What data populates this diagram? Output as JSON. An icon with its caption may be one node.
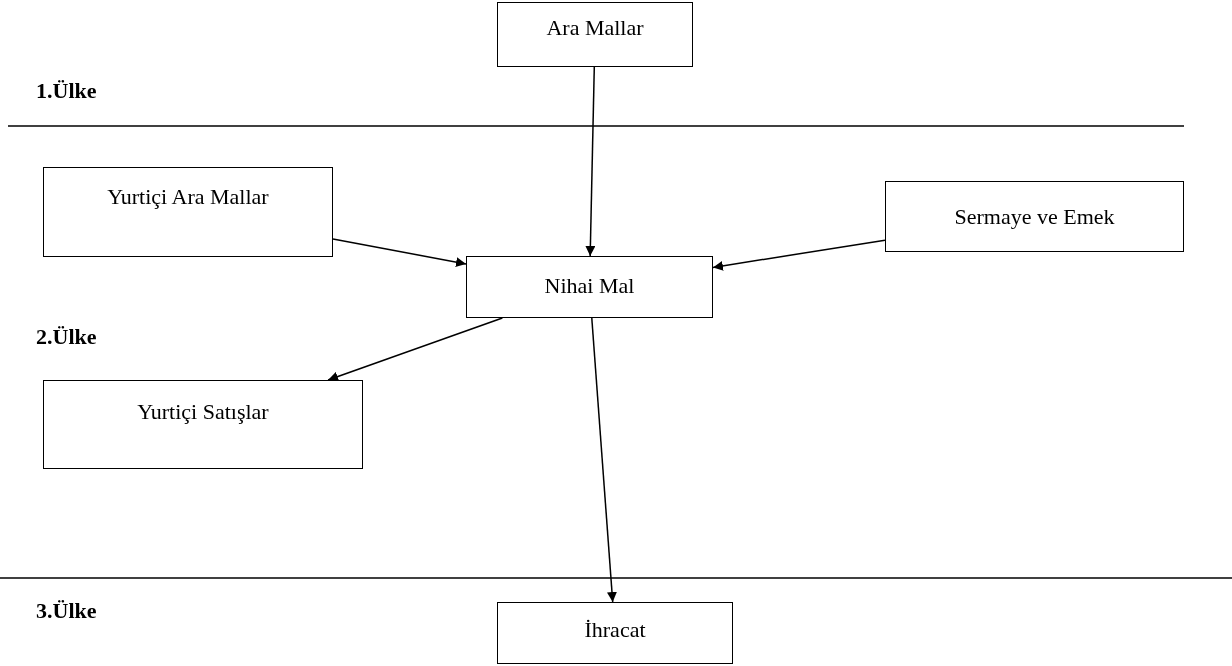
{
  "diagram": {
    "nodes": [
      {
        "text": [
          "Ara Mallar"
        ]
      },
      {
        "text": [
          "Yurtiçi Ara Mallar"
        ]
      },
      {
        "text": [
          "Sermaye ve Emek"
        ]
      },
      {
        "text": [
          "Nihai Mal"
        ]
      },
      {
        "text": [
          "Yurtiçi Satışlar"
        ]
      },
      {
        "text": [
          "İhracat"
        ]
      }
    ],
    "edges": [
      {
        "from": 0,
        "to": 3,
        "arrow": "to"
      },
      {
        "from": 1,
        "to": 3,
        "arrow": "to"
      },
      {
        "from": 2,
        "to": 3,
        "arrow": "to"
      },
      {
        "from": 3,
        "to": 4,
        "arrow": "to"
      },
      {
        "from": 3,
        "to": 5,
        "arrow": "to"
      }
    ],
    "labels": [
      "1.Ülke",
      "2.Ülke",
      "3.Ülke"
    ]
  }
}
